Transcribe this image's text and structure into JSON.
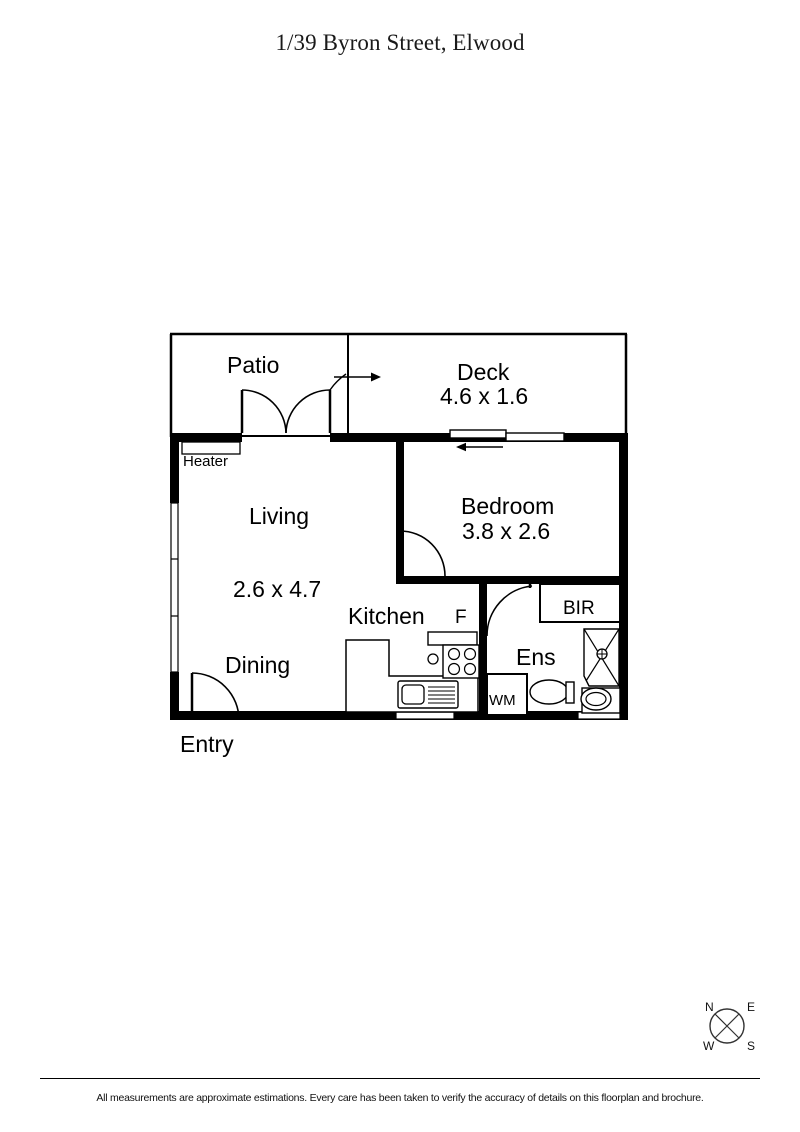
{
  "document": {
    "title": "1/39 Byron Street, Elwood",
    "footer_note": "All measurements are approximate estimations. Every care has been taken to verify the accuracy of details on this floorplan and brochure."
  },
  "floorplan": {
    "rooms": [
      {
        "name": "Patio",
        "label": "Patio",
        "dimensions": ""
      },
      {
        "name": "Deck",
        "label": "Deck",
        "dimensions": "4.6 x 1.6"
      },
      {
        "name": "Living",
        "label": "Living",
        "dimensions": "2.6 x 4.7"
      },
      {
        "name": "Dining",
        "label": "Dining",
        "dimensions": ""
      },
      {
        "name": "Bedroom",
        "label": "Bedroom",
        "dimensions": "3.8 x 2.6"
      },
      {
        "name": "Kitchen",
        "label": "Kitchen",
        "dimensions": ""
      },
      {
        "name": "Ensuite",
        "label": "Ens",
        "dimensions": ""
      }
    ],
    "annotations": {
      "heater": "Heater",
      "entry": "Entry",
      "fridge": "F",
      "washing_machine": "WM",
      "built_in_robe": "BIR"
    },
    "compass": {
      "north": "N",
      "east": "E",
      "south": "S",
      "west": "W"
    },
    "colors": {
      "wall": "#000000",
      "text": "#000000",
      "background": "#ffffff"
    }
  }
}
